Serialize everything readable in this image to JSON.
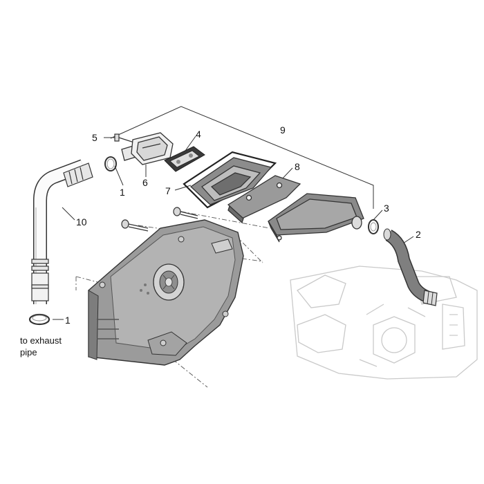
{
  "figure": {
    "callouts": {
      "c1a": "1",
      "c1b": "1",
      "c2": "2",
      "c3": "3",
      "c4": "4",
      "c5": "5",
      "c6": "6",
      "c7": "7",
      "c8": "8",
      "c9": "9",
      "c10": "10"
    },
    "note_line1": "to exhaust",
    "note_line2": "pipe"
  }
}
